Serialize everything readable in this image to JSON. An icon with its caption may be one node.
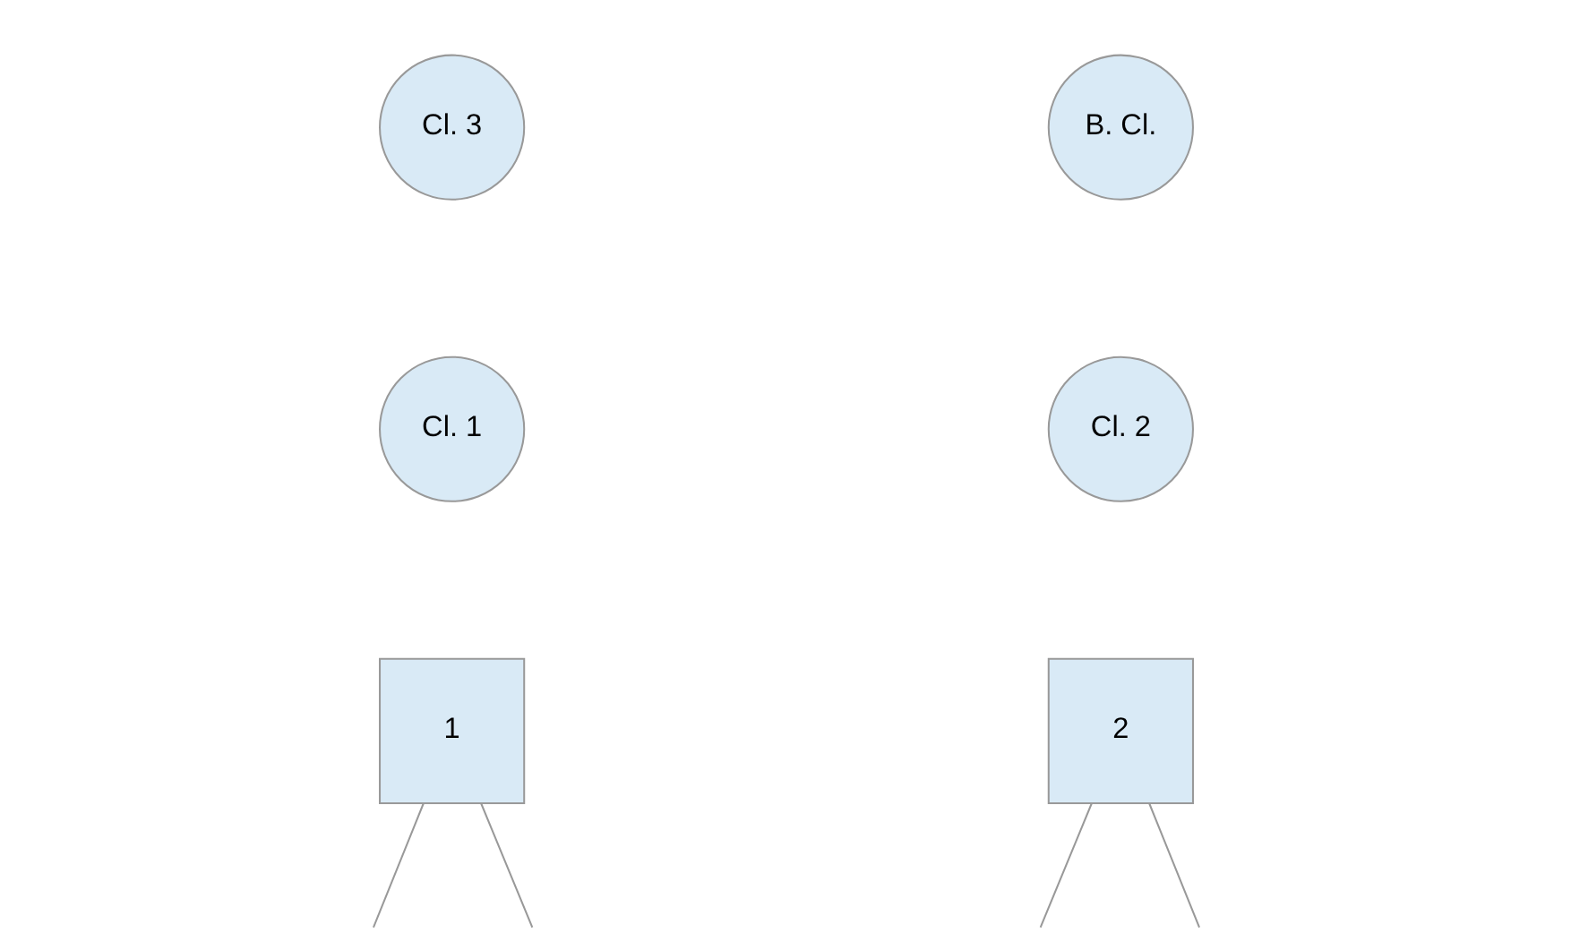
{
  "diagram": {
    "nodes": [
      {
        "text": [
          "Cl. 3"
        ]
      },
      {
        "text": [
          "B. Cl."
        ]
      },
      {
        "text": [
          "Cl. 1"
        ]
      },
      {
        "text": [
          "Cl. 2"
        ]
      },
      {
        "text": [
          "1"
        ]
      },
      {
        "text": [
          "2"
        ]
      }
    ],
    "edges": [
      {
        "from": 4,
        "to": null,
        "arrow": "none"
      },
      {
        "from": 4,
        "to": null,
        "arrow": "none"
      },
      {
        "from": 5,
        "to": null,
        "arrow": "none"
      },
      {
        "from": 5,
        "to": null,
        "arrow": "none"
      }
    ]
  }
}
